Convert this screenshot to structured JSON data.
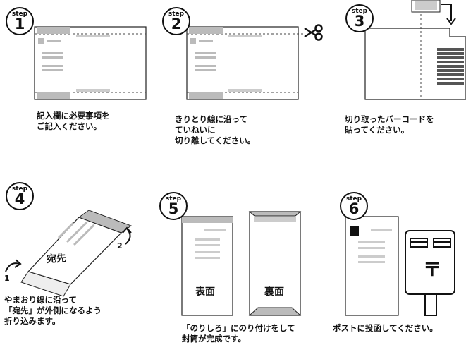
{
  "steps": [
    {
      "word": "step",
      "num": "1",
      "caption": [
        "記入欄に必要事項を",
        "ご記入ください。"
      ]
    },
    {
      "word": "step",
      "num": "2",
      "caption": [
        "きりとり線に沿って",
        "ていねいに",
        "切り離してください。"
      ]
    },
    {
      "word": "step",
      "num": "3",
      "caption": [
        "切り取ったバーコードを",
        "貼ってください。"
      ]
    },
    {
      "word": "step",
      "num": "4",
      "caption": [
        "やまおり線に沿って",
        "「宛先」が外側になるよう",
        "折り込みます。"
      ],
      "envelope_label": "宛先",
      "arrow_labels": [
        "1",
        "2"
      ]
    },
    {
      "word": "step",
      "num": "5",
      "caption": [
        "「のりしろ」にのり付けをして",
        "封筒が完成です。"
      ],
      "front_label": "表面",
      "back_label": "裏面"
    },
    {
      "word": "step",
      "num": "6",
      "caption": [
        "ポストに投函してください。"
      ],
      "postbox_symbol": "〒"
    }
  ],
  "icons": [
    "scissors-icon",
    "down-arrow-icon",
    "curved-arrow-icon",
    "postbox-icon",
    "barcode-icon"
  ]
}
